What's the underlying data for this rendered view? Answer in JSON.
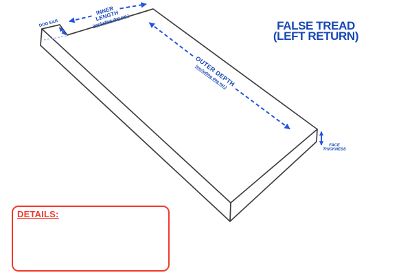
{
  "title": {
    "line1": "FALSE TREAD",
    "line2": "(LEFT RETURN)"
  },
  "labels": {
    "dog_ear": "DOG EAR",
    "inner_length_line1": "INNER",
    "inner_length_line2": "LENGTH",
    "inner_length_note": "(excluding dog ear.)",
    "outer_depth": "OUTER DEPTH",
    "outer_depth_note": "(excluding dog ear.)",
    "face_thickness_line1": "FACE",
    "face_thickness_line2": "THICKNESS"
  },
  "details": {
    "heading": "DETAILS:"
  },
  "colors": {
    "label_blue": "#1747b4",
    "arrow_blue": "#2154e0",
    "hidden_line_blue": "#95b4ec",
    "outline_gray": "#3f3f3f",
    "details_red": "#f03a2d"
  }
}
